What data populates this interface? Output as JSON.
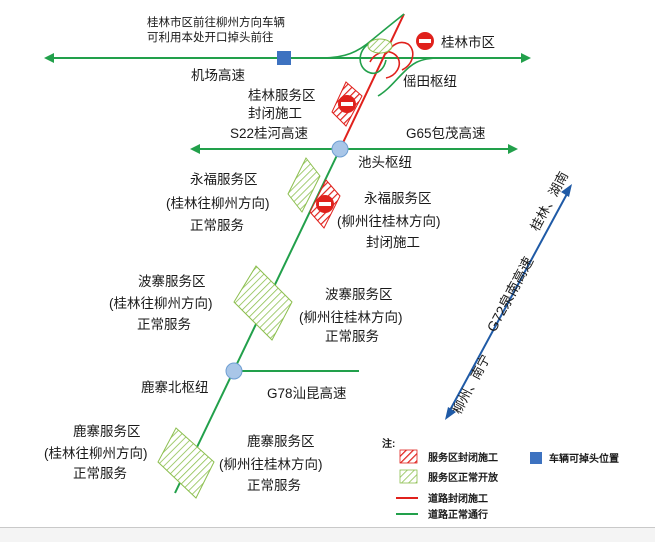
{
  "colors": {
    "road_open": "#22a04b",
    "road_closed": "#e0211c",
    "uturn_marker": "#3d72c0",
    "junction": "#a9c6e8",
    "corridor_arrow": "#1f5aa6"
  },
  "notes": {
    "uturn_note_line1": "桂林市区前往柳州方向车辆",
    "uturn_note_line2": "可利用本处开口掉头前往"
  },
  "roads": {
    "airport_expressway": "机场高速",
    "guilin_city": "桂林市区",
    "s22": "S22桂河高速",
    "g65": "G65包茂高速",
    "g78": "G78汕昆高速",
    "g72": "G72泉南高速"
  },
  "junctions": {
    "yaotian": "傜田枢纽",
    "chitou": "池头枢纽",
    "luzhai_north": "鹿寨北枢纽"
  },
  "service_areas": {
    "guilin": {
      "name": "桂林服务区",
      "status": "封闭施工"
    },
    "yongfu_w": {
      "name": "永福服务区",
      "direction": "(桂林往柳州方向)",
      "status": "正常服务"
    },
    "yongfu_e": {
      "name": "永福服务区",
      "direction": "(柳州往桂林方向)",
      "status": "封闭施工"
    },
    "bozhai_w": {
      "name": "波寨服务区",
      "direction": "(桂林往柳州方向)",
      "status": "正常服务"
    },
    "bozhai_e": {
      "name": "波寨服务区",
      "direction": "(柳州往桂林方向)",
      "status": "正常服务"
    },
    "luzhai_w": {
      "name": "鹿寨服务区",
      "direction": "(桂林往柳州方向)",
      "status": "正常服务"
    },
    "luzhai_e": {
      "name": "鹿寨服务区",
      "direction": "(柳州往桂林方向)",
      "status": "正常服务"
    }
  },
  "corridor": {
    "north_end": "桂林、湖南",
    "south_end": "柳州、南宁"
  },
  "legend": {
    "title": "注:",
    "closed_area": "服务区封闭施工",
    "open_area": "服务区正常开放",
    "uturn": "车辆可掉头位置",
    "road_closed": "道路封闭施工",
    "road_open": "道路正常通行"
  }
}
